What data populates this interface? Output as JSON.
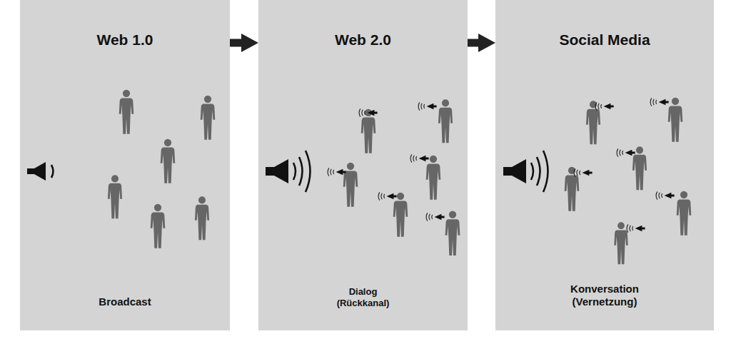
{
  "diagram": {
    "nodes": [
      {
        "text": [
          "Web 1.0",
          "Broadcast"
        ]
      },
      {
        "text": [
          "Web 2.0",
          "Dialog (Rückkanal)"
        ]
      },
      {
        "text": [
          "Social Media",
          "Konversation (Vernetzung)"
        ]
      }
    ],
    "edges": [
      {
        "from": 0,
        "to": 1,
        "arrow": "to"
      },
      {
        "from": 1,
        "to": 2,
        "arrow": "to"
      }
    ]
  }
}
